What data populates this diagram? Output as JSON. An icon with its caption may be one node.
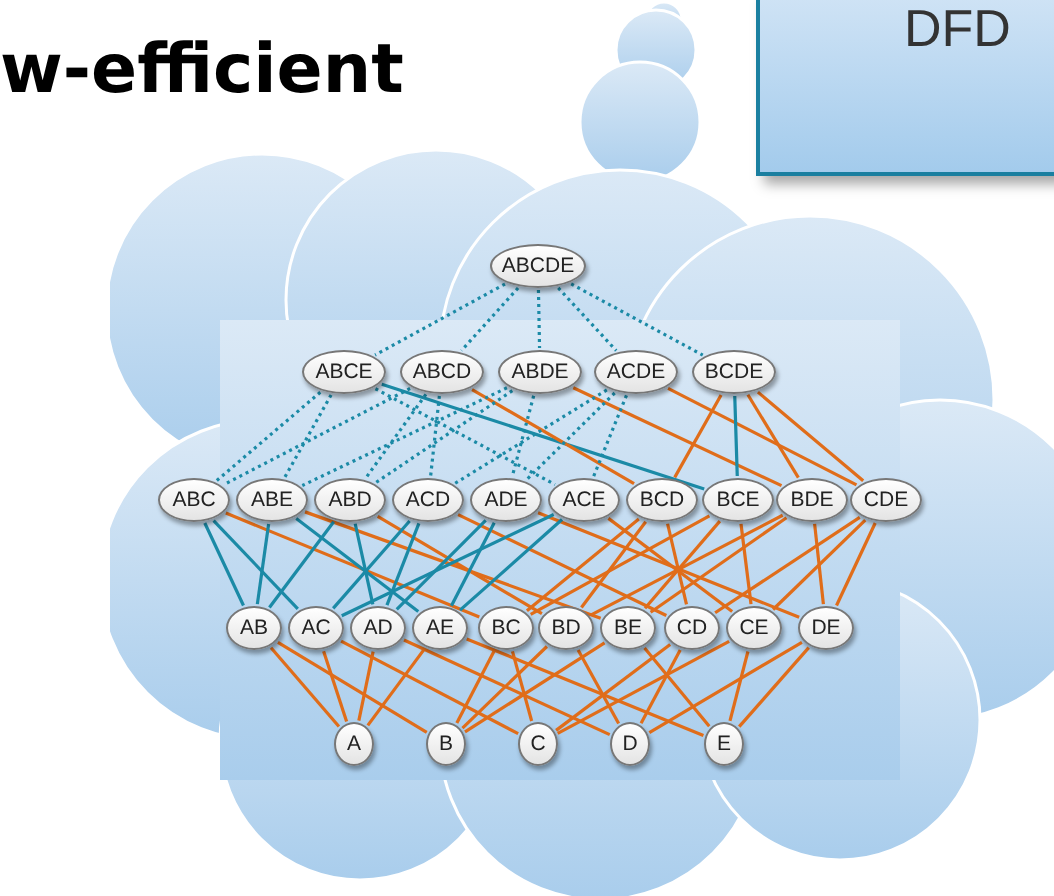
{
  "diagram": {
    "title": "w-efficient",
    "nodes": [
      {
        "text": [
          "DFD"
        ]
      },
      {
        "text": [
          "ABCDE"
        ]
      },
      {
        "text": [
          "ABCE"
        ]
      },
      {
        "text": [
          "ABCD"
        ]
      },
      {
        "text": [
          "ABDE"
        ]
      },
      {
        "text": [
          "ACDE"
        ]
      },
      {
        "text": [
          "BCDE"
        ]
      },
      {
        "text": [
          "ABC"
        ]
      },
      {
        "text": [
          "ABE"
        ]
      },
      {
        "text": [
          "ABD"
        ]
      },
      {
        "text": [
          "ACD"
        ]
      },
      {
        "text": [
          "ADE"
        ]
      },
      {
        "text": [
          "ACE"
        ]
      },
      {
        "text": [
          "BCD"
        ]
      },
      {
        "text": [
          "BCE"
        ]
      },
      {
        "text": [
          "BDE"
        ]
      },
      {
        "text": [
          "CDE"
        ]
      },
      {
        "text": [
          "AB"
        ]
      },
      {
        "text": [
          "AC"
        ]
      },
      {
        "text": [
          "AD"
        ]
      },
      {
        "text": [
          "AE"
        ]
      },
      {
        "text": [
          "BC"
        ]
      },
      {
        "text": [
          "BD"
        ]
      },
      {
        "text": [
          "BE"
        ]
      },
      {
        "text": [
          "CD"
        ]
      },
      {
        "text": [
          "CE"
        ]
      },
      {
        "text": [
          "DE"
        ]
      },
      {
        "text": [
          "A"
        ]
      },
      {
        "text": [
          "B"
        ]
      },
      {
        "text": [
          "C"
        ]
      },
      {
        "text": [
          "D"
        ]
      },
      {
        "text": [
          "E"
        ]
      }
    ],
    "edges": [
      {
        "from": 1,
        "to": 2,
        "arrow": "none",
        "style": "dashed",
        "color": "#1b8aa6"
      },
      {
        "from": 1,
        "to": 3,
        "arrow": "none",
        "style": "dashed",
        "color": "#1b8aa6"
      },
      {
        "from": 1,
        "to": 4,
        "arrow": "none",
        "style": "dashed",
        "color": "#1b8aa6"
      },
      {
        "from": 1,
        "to": 5,
        "arrow": "none",
        "style": "dashed",
        "color": "#1b8aa6"
      },
      {
        "from": 1,
        "to": 6,
        "arrow": "none",
        "style": "dashed",
        "color": "#1b8aa6"
      },
      {
        "from": 2,
        "to": 7,
        "arrow": "none",
        "style": "dashed",
        "color": "#1b8aa6"
      },
      {
        "from": 2,
        "to": 8,
        "arrow": "none",
        "style": "dashed",
        "color": "#1b8aa6"
      },
      {
        "from": 2,
        "to": 12,
        "arrow": "none",
        "style": "dashed",
        "color": "#1b8aa6"
      },
      {
        "from": 2,
        "to": 14,
        "arrow": "none",
        "color": "#1b8aa6"
      },
      {
        "from": 3,
        "to": 7,
        "arrow": "none",
        "style": "dashed",
        "color": "#1b8aa6"
      },
      {
        "from": 3,
        "to": 9,
        "arrow": "none",
        "style": "dashed",
        "color": "#1b8aa6"
      },
      {
        "from": 3,
        "to": 10,
        "arrow": "none",
        "style": "dashed",
        "color": "#1b8aa6"
      },
      {
        "from": 3,
        "to": 13,
        "arrow": "none"
      },
      {
        "from": 4,
        "to": 8,
        "arrow": "none",
        "style": "dashed",
        "color": "#1b8aa6"
      },
      {
        "from": 4,
        "to": 9,
        "arrow": "none",
        "style": "dashed",
        "color": "#1b8aa6"
      },
      {
        "from": 4,
        "to": 11,
        "arrow": "none",
        "style": "dashed",
        "color": "#1b8aa6"
      },
      {
        "from": 4,
        "to": 15,
        "arrow": "none"
      },
      {
        "from": 5,
        "to": 10,
        "arrow": "none",
        "style": "dashed",
        "color": "#1b8aa6"
      },
      {
        "from": 5,
        "to": 11,
        "arrow": "none",
        "style": "dashed",
        "color": "#1b8aa6"
      },
      {
        "from": 5,
        "to": 12,
        "arrow": "none",
        "style": "dashed",
        "color": "#1b8aa6"
      },
      {
        "from": 5,
        "to": 16,
        "arrow": "none"
      },
      {
        "from": 6,
        "to": 13,
        "arrow": "none"
      },
      {
        "from": 6,
        "to": 14,
        "arrow": "none",
        "color": "#1b8aa6"
      },
      {
        "from": 6,
        "to": 15,
        "arrow": "none"
      },
      {
        "from": 6,
        "to": 16,
        "arrow": "none"
      },
      {
        "from": 7,
        "to": 17,
        "arrow": "none",
        "color": "#1b8aa6"
      },
      {
        "from": 7,
        "to": 18,
        "arrow": "none",
        "color": "#1b8aa6"
      },
      {
        "from": 7,
        "to": 21,
        "arrow": "none"
      },
      {
        "from": 8,
        "to": 17,
        "arrow": "none",
        "color": "#1b8aa6"
      },
      {
        "from": 8,
        "to": 20,
        "arrow": "none",
        "color": "#1b8aa6"
      },
      {
        "from": 8,
        "to": 23,
        "arrow": "none"
      },
      {
        "from": 9,
        "to": 17,
        "arrow": "none",
        "color": "#1b8aa6"
      },
      {
        "from": 9,
        "to": 19,
        "arrow": "none",
        "color": "#1b8aa6"
      },
      {
        "from": 9,
        "to": 22,
        "arrow": "none"
      },
      {
        "from": 10,
        "to": 18,
        "arrow": "none",
        "color": "#1b8aa6"
      },
      {
        "from": 10,
        "to": 19,
        "arrow": "none",
        "color": "#1b8aa6"
      },
      {
        "from": 10,
        "to": 24,
        "arrow": "none"
      },
      {
        "from": 11,
        "to": 19,
        "arrow": "none",
        "color": "#1b8aa6"
      },
      {
        "from": 11,
        "to": 20,
        "arrow": "none",
        "color": "#1b8aa6"
      },
      {
        "from": 11,
        "to": 26,
        "arrow": "none"
      },
      {
        "from": 12,
        "to": 18,
        "arrow": "none",
        "color": "#1b8aa6"
      },
      {
        "from": 12,
        "to": 20,
        "arrow": "none",
        "color": "#1b8aa6"
      },
      {
        "from": 12,
        "to": 25,
        "arrow": "none"
      },
      {
        "from": 13,
        "to": 21,
        "arrow": "none"
      },
      {
        "from": 13,
        "to": 22,
        "arrow": "none"
      },
      {
        "from": 13,
        "to": 24,
        "arrow": "none"
      },
      {
        "from": 14,
        "to": 21,
        "arrow": "none"
      },
      {
        "from": 14,
        "to": 23,
        "arrow": "none"
      },
      {
        "from": 14,
        "to": 25,
        "arrow": "none"
      },
      {
        "from": 15,
        "to": 22,
        "arrow": "none"
      },
      {
        "from": 15,
        "to": 23,
        "arrow": "none"
      },
      {
        "from": 15,
        "to": 26,
        "arrow": "none"
      },
      {
        "from": 16,
        "to": 24,
        "arrow": "none"
      },
      {
        "from": 16,
        "to": 25,
        "arrow": "none"
      },
      {
        "from": 16,
        "to": 26,
        "arrow": "none"
      },
      {
        "from": 17,
        "to": 27,
        "arrow": "none"
      },
      {
        "from": 17,
        "to": 28,
        "arrow": "none"
      },
      {
        "from": 18,
        "to": 27,
        "arrow": "none"
      },
      {
        "from": 18,
        "to": 29,
        "arrow": "none"
      },
      {
        "from": 19,
        "to": 27,
        "arrow": "none"
      },
      {
        "from": 19,
        "to": 30,
        "arrow": "none"
      },
      {
        "from": 20,
        "to": 27,
        "arrow": "none"
      },
      {
        "from": 20,
        "to": 31,
        "arrow": "none"
      },
      {
        "from": 21,
        "to": 28,
        "arrow": "none"
      },
      {
        "from": 21,
        "to": 29,
        "arrow": "none"
      },
      {
        "from": 22,
        "to": 28,
        "arrow": "none"
      },
      {
        "from": 22,
        "to": 30,
        "arrow": "none"
      },
      {
        "from": 23,
        "to": 28,
        "arrow": "none"
      },
      {
        "from": 23,
        "to": 31,
        "arrow": "none"
      },
      {
        "from": 24,
        "to": 29,
        "arrow": "none"
      },
      {
        "from": 24,
        "to": 30,
        "arrow": "none"
      },
      {
        "from": 25,
        "to": 29,
        "arrow": "none"
      },
      {
        "from": 25,
        "to": 31,
        "arrow": "none"
      },
      {
        "from": 26,
        "to": 30,
        "arrow": "none"
      },
      {
        "from": 26,
        "to": 31,
        "arrow": "none"
      }
    ]
  }
}
